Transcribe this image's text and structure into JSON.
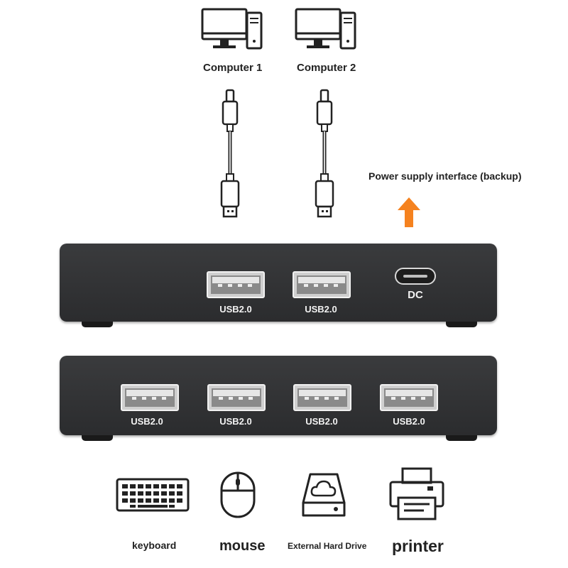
{
  "computers": [
    {
      "label": "Computer 1",
      "icon": "desktop-computer-icon"
    },
    {
      "label": "Computer 2",
      "icon": "desktop-computer-icon"
    }
  ],
  "cables": [
    {
      "icon": "usb-cable-icon"
    },
    {
      "icon": "usb-cable-icon"
    }
  ],
  "power_note": {
    "label": "Power supply interface (backup)",
    "arrow_color": "#f5821f",
    "icon": "arrow-up-icon"
  },
  "top_panel": {
    "ports": [
      "USB2.0",
      "USB2.0"
    ],
    "dc_label": "DC",
    "dc_icon": "usb-c-port-icon"
  },
  "bottom_panel": {
    "ports": [
      "USB2.0",
      "USB2.0",
      "USB2.0",
      "USB2.0"
    ]
  },
  "peripherals": [
    {
      "label": "keyboard",
      "icon": "keyboard-icon"
    },
    {
      "label": "mouse",
      "icon": "mouse-icon"
    },
    {
      "label": "External Hard Drive",
      "icon": "external-hard-drive-icon"
    },
    {
      "label": "printer",
      "icon": "printer-icon"
    }
  ],
  "colors": {
    "device": "#2f3032",
    "accent": "#f5821f",
    "port": "#d9d9d9"
  }
}
